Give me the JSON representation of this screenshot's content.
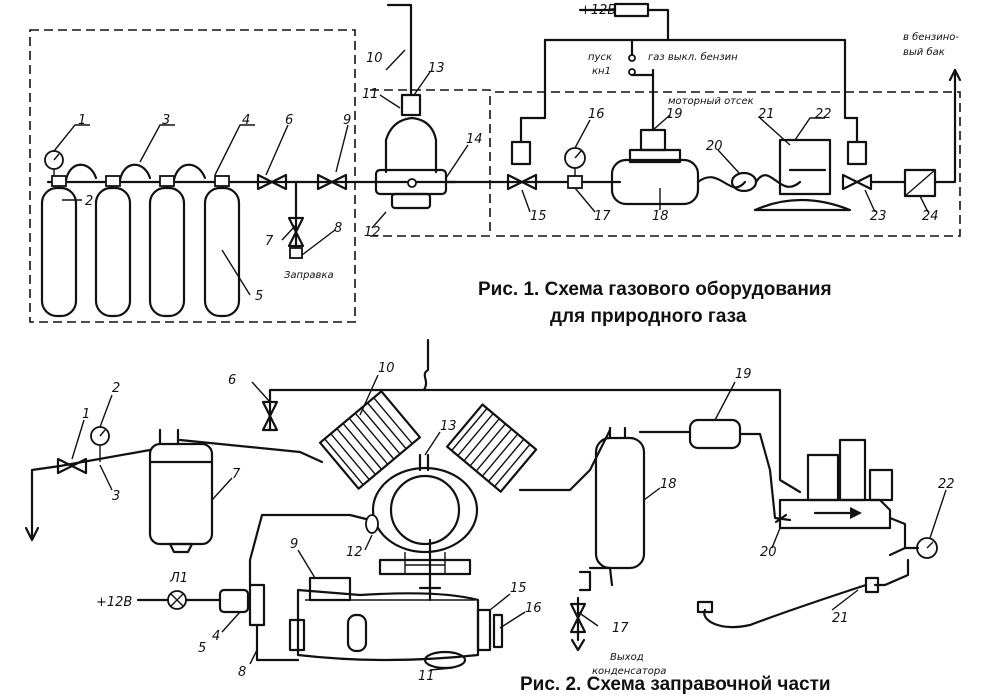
{
  "fig1": {
    "title_line1": "Рис. 1. Схема газового оборудования",
    "title_line2": "для природного газа",
    "power": "+12В",
    "start_label_1": "пуск",
    "start_label_2": "кн1",
    "mode_label": "газ выкл. бензин",
    "engine_bay": "моторный отсек",
    "fuel_tank_1": "в бензино-",
    "fuel_tank_2": "вый бак",
    "refuel": "Заправка",
    "numbers": [
      "1",
      "2",
      "3",
      "4",
      "5",
      "6",
      "7",
      "8",
      "9",
      "10",
      "11",
      "12",
      "13",
      "14",
      "15",
      "16",
      "17",
      "18",
      "19",
      "20",
      "21",
      "22",
      "23",
      "24"
    ]
  },
  "fig2": {
    "title": "Рис. 2. Схема заправочной части",
    "power": "+12В",
    "lamp": "Л1",
    "outlet_1": "Выход",
    "outlet_2": "конденсатора",
    "numbers": [
      "1",
      "2",
      "3",
      "4",
      "5",
      "6",
      "7",
      "8",
      "9",
      "10",
      "11",
      "12",
      "13",
      "15",
      "16",
      "17",
      "18",
      "19",
      "20",
      "21",
      "22"
    ]
  }
}
